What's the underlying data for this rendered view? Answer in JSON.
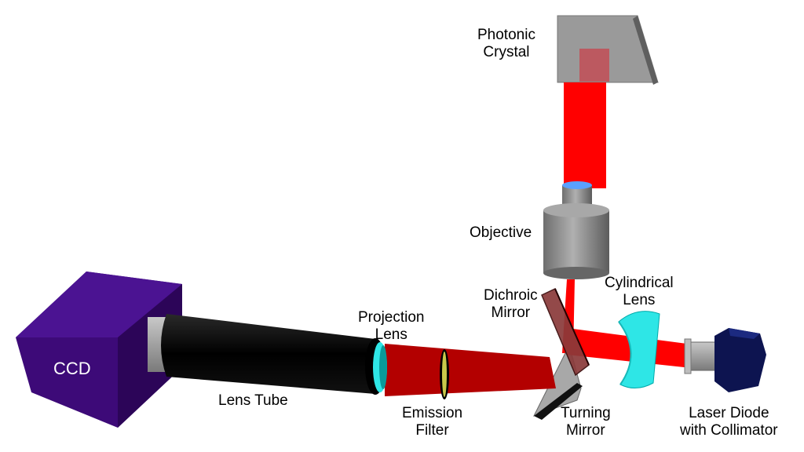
{
  "labels": {
    "photonic_crystal": [
      "Photonic",
      "Crystal"
    ],
    "objective": "Objective",
    "cylindrical_lens": [
      "Cylindrical",
      "Lens"
    ],
    "dichroic_mirror": [
      "Dichroic",
      "Mirror"
    ],
    "projection_lens": [
      "Projection",
      "Lens"
    ],
    "ccd": "CCD",
    "lens_tube": "Lens Tube",
    "emission_filter": [
      "Emission",
      "Filter"
    ],
    "turning_mirror": [
      "Turning",
      "Mirror"
    ],
    "laser_diode": [
      "Laser Diode",
      "with Collimator"
    ]
  },
  "colors": {
    "laser_beam": "#ff0000",
    "emission_beam": "#b30000",
    "ccd_body": "#3d0a78",
    "lens_tube": "#000000",
    "lens_glass": "#2ee6e6",
    "objective_body": "#8c8c8c",
    "laser_diode_body": "#0d1450"
  }
}
